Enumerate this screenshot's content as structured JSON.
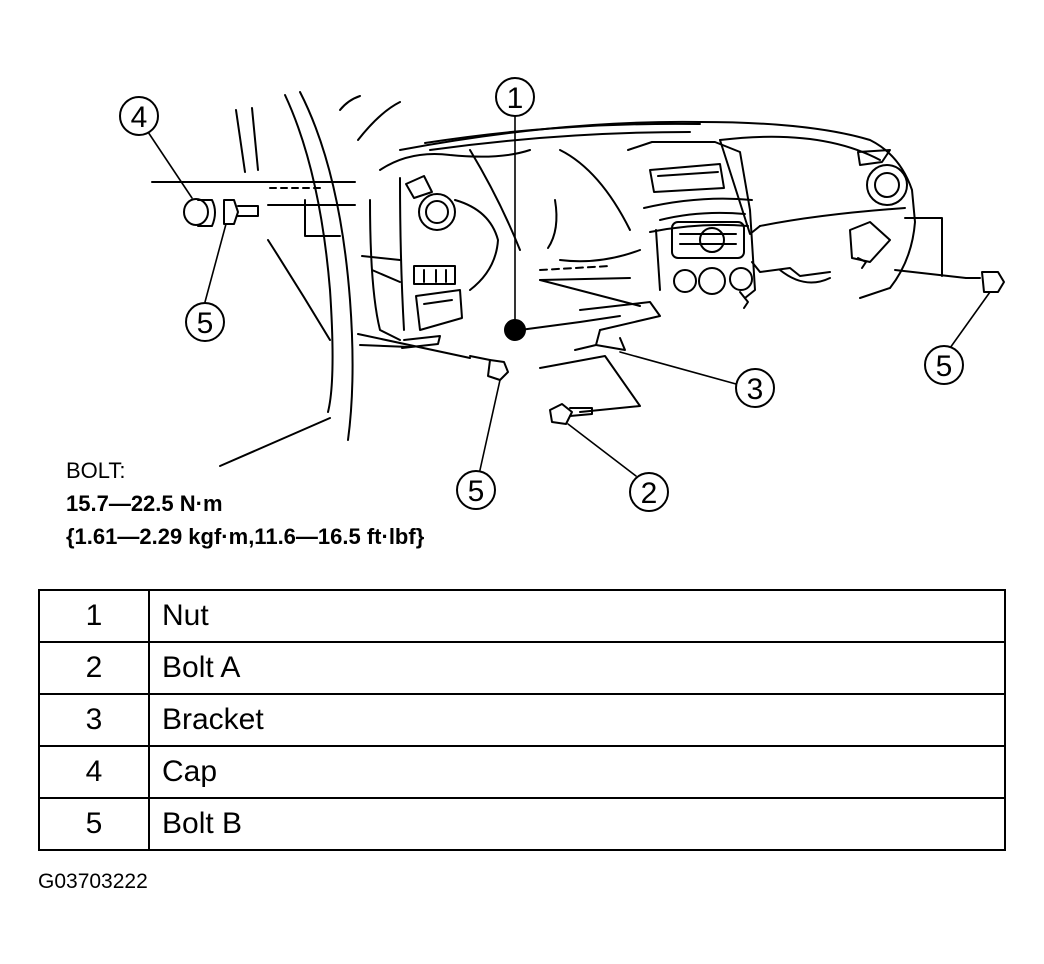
{
  "callouts": [
    {
      "id": "1"
    },
    {
      "id": "2"
    },
    {
      "id": "3"
    },
    {
      "id": "4"
    },
    {
      "id": "5"
    }
  ],
  "spec": {
    "heading": "BOLT:",
    "torque_nm": "15.7—22.5 N·m",
    "torque_alt": "{1.61—2.29 kgf·m,11.6—16.5 ft·lbf}"
  },
  "legend": [
    {
      "number": "1",
      "part": "Nut"
    },
    {
      "number": "2",
      "part": "Bolt A"
    },
    {
      "number": "3",
      "part": "Bracket"
    },
    {
      "number": "4",
      "part": "Cap"
    },
    {
      "number": "5",
      "part": "Bolt B"
    }
  ],
  "figure_code": "G03703222"
}
